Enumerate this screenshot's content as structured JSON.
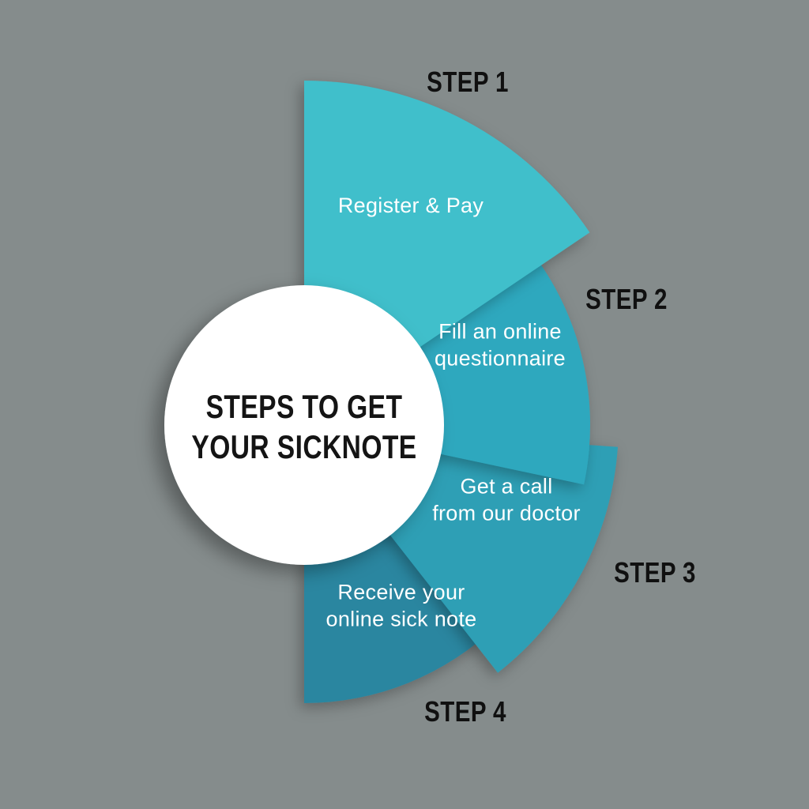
{
  "background_color": "#858C8C",
  "title": {
    "line1": "STEPS TO GET",
    "line2": "YOUR SICKNOTE"
  },
  "steps": [
    {
      "label": "STEP 1",
      "text_line1": "Register & Pay",
      "text_line2": "",
      "color": "#40BFCB"
    },
    {
      "label": "STEP 2",
      "text_line1": "Fill an online",
      "text_line2": "questionnaire",
      "color": "#2EA8BE"
    },
    {
      "label": "STEP 3",
      "text_line1": "Get a call",
      "text_line2": "from our doctor",
      "color": "#2F9FB5"
    },
    {
      "label": "STEP 4",
      "text_line1": "Receive your",
      "text_line2": "online sick note",
      "color": "#2C86A0"
    }
  ],
  "colors": {
    "center_circle": "#FFFFFF",
    "step_label_text": "#101010",
    "wedge_text": "#FFFFFF"
  }
}
